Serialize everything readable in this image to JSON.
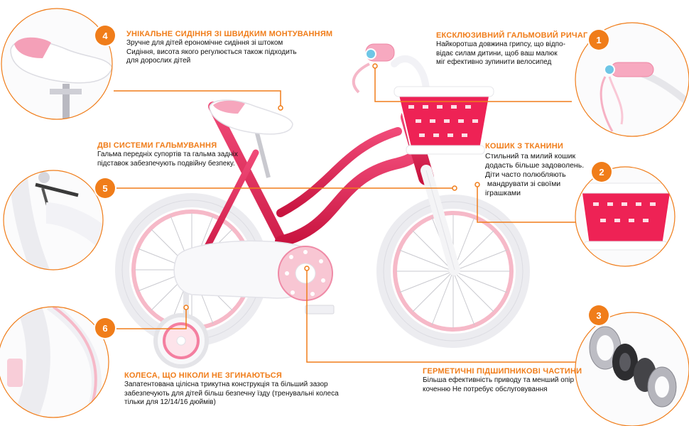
{
  "features": [
    {
      "number": "1",
      "title": "ЕКСКЛЮЗИВНИЙ ГАЛЬМОВИЙ РИЧАГ",
      "lines": [
        "Найкоротша довжина грипсу, що відпо-",
        "відає силам дитини, щоб ваш малюк",
        "міг ефективно зупинити велосипед"
      ]
    },
    {
      "number": "2",
      "title": "КОШИК З ТКАНИНИ",
      "lines": [
        "Стильний та милий кошик",
        "додасть більше задоволень.",
        "Діти часто полюбляють",
        " мандрувати зі своїми",
        "іграшками"
      ]
    },
    {
      "number": "3",
      "title": "ГЕРМЕТИЧНІ ПІДШИПНИКОВІ ЧАСТИНИ",
      "lines": [
        "Більша ефективність приводу та менший опір",
        "коченню Не потребує обслуговування"
      ]
    },
    {
      "number": "4",
      "title": "УНІКАЛЬНЕ СИДІННЯ ЗІ ШВИДКИМ МОНТУВАННЯМ",
      "lines": [
        "Зручне для дітей ерономічне сидіння зі штоком",
        "Сидіння, висота якого регулюється також підходить",
        "для дорослих дітей"
      ]
    },
    {
      "number": "5",
      "title": "ДВІ СИСТЕМИ ГАЛЬМУВАННЯ",
      "lines": [
        "Гальма передніх супортів та гальма задніх",
        "підставок забезпечують подвійну безпеку."
      ]
    },
    {
      "number": "6",
      "title": "КОЛЕСА, ЩО НІКОЛИ НЕ ЗГИНАЮТЬСЯ",
      "lines": [
        "Запатентована цілісна трикутна конструкція та більший зазор",
        "забезпечують для дітей більш безпечну їзду (тренувальні колеса",
        "тільки для 12/14/16 дюймів)"
      ]
    }
  ],
  "colors": {
    "accent": "#f07d1a",
    "frame": "#e8245a",
    "tire": "#f4f4f6",
    "rim": "#f6b9c8"
  }
}
